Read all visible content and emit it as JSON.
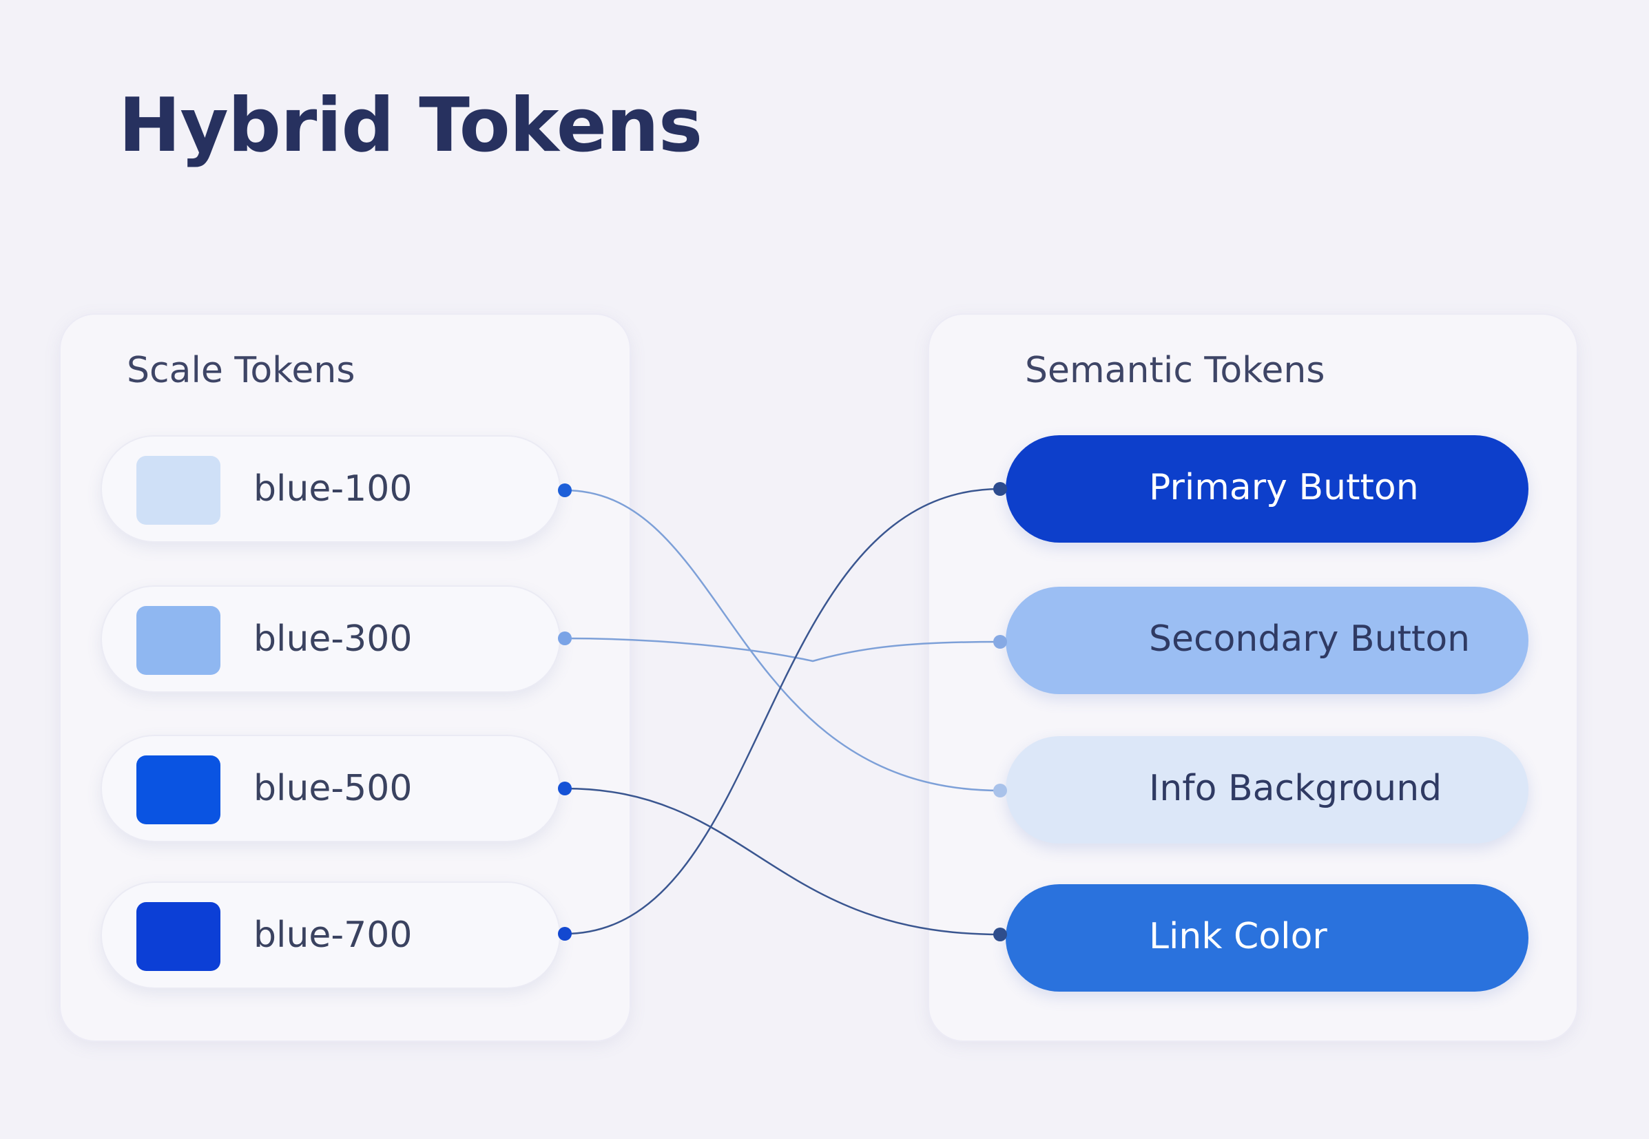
{
  "title": "Hybrid Tokens",
  "scale_panel": {
    "title": "Scale Tokens",
    "items": [
      {
        "label": "blue-100",
        "color": "#cfe0f7"
      },
      {
        "label": "blue-300",
        "color": "#8fb7f1"
      },
      {
        "label": "blue-500",
        "color": "#0a54e2"
      },
      {
        "label": "blue-700",
        "color": "#0c3fd6"
      }
    ]
  },
  "semantic_panel": {
    "title": "Semantic Tokens",
    "items": [
      {
        "label": "Primary Button",
        "color": "#0d3fcb",
        "text_color": "#ffffff"
      },
      {
        "label": "Secondary Button",
        "color": "#9bbef3",
        "text_color": "#2f3a63"
      },
      {
        "label": "Info Background",
        "color": "#dce7f8",
        "text_color": "#2f3a63"
      },
      {
        "label": "Link Color",
        "color": "#2a72dd",
        "text_color": "#ffffff"
      }
    ]
  },
  "mappings": [
    {
      "from": "blue-100",
      "to": "Info Background"
    },
    {
      "from": "blue-300",
      "to": "Secondary Button"
    },
    {
      "from": "blue-500",
      "to": "Link Color"
    },
    {
      "from": "blue-700",
      "to": "Primary Button"
    }
  ],
  "colors": {
    "background": "#f3f2f8",
    "title_text": "#27315f",
    "connector_light": "#7da0d8",
    "connector_dark": "#3a5690"
  }
}
